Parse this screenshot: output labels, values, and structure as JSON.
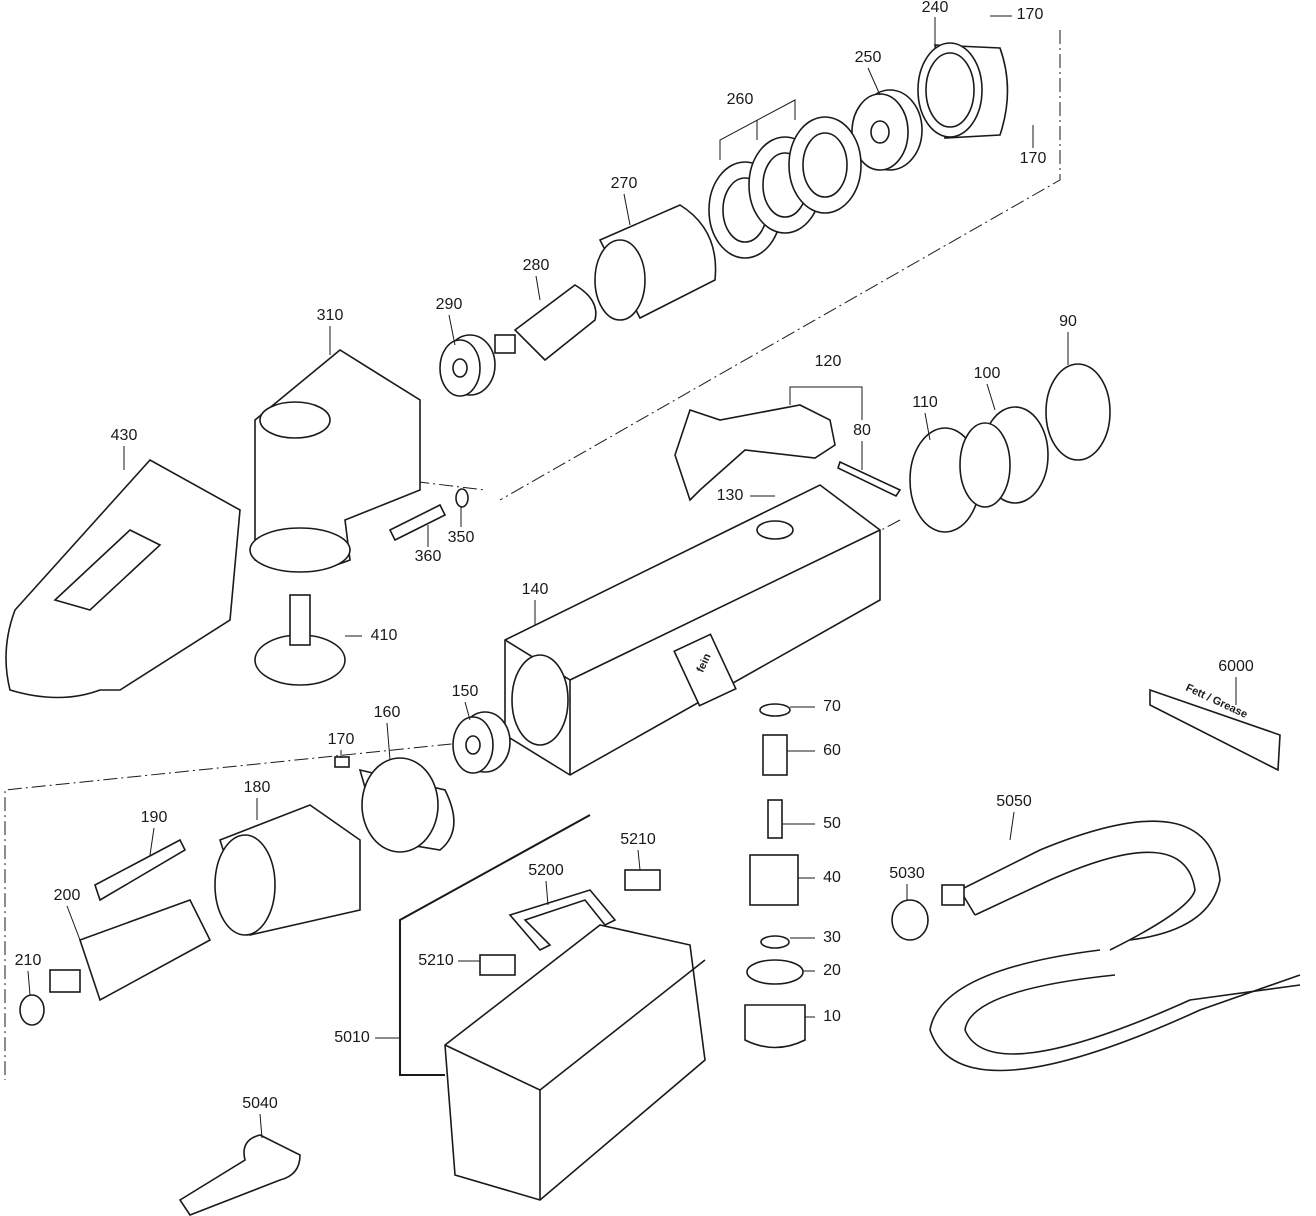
{
  "diagram": {
    "parts": [
      "240",
      "170",
      "250",
      "170",
      "260",
      "270",
      "280",
      "290",
      "310",
      "90",
      "120",
      "100",
      "110",
      "80",
      "430",
      "130",
      "350",
      "360",
      "140",
      "410",
      "6000",
      "70",
      "150",
      "160",
      "170",
      "60",
      "180",
      "5050",
      "50",
      "190",
      "5210",
      "5200",
      "40",
      "5030",
      "200",
      "30",
      "210",
      "5210",
      "20",
      "10",
      "5010",
      "5040"
    ],
    "grease_tube_text": "Fett / Grease",
    "logo_text": "fein",
    "line_color": "#1a1a1a"
  }
}
